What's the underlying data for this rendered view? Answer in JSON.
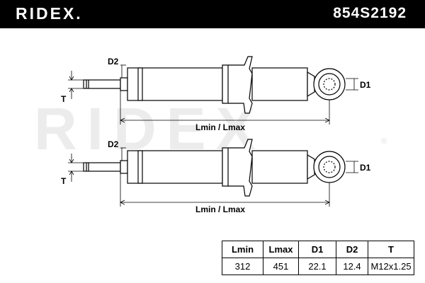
{
  "header": {
    "brand": "RIDEX.",
    "part_number": "854S2192"
  },
  "watermark": {
    "text": "RIDEX",
    "registered": "®"
  },
  "diagram": {
    "top": {
      "label_d2": "D2",
      "label_d1": "D1",
      "label_t": "T",
      "label_length": "Lmin / Lmax"
    },
    "bottom": {
      "label_d2": "D2",
      "label_d1": "D1",
      "label_t": "T",
      "label_length": "Lmin / Lmax"
    }
  },
  "spec_table": {
    "headers": [
      "Lmin",
      "Lmax",
      "D1",
      "D2",
      "T"
    ],
    "values": [
      "312",
      "451",
      "22.1",
      "12.4",
      "M12x1.25"
    ]
  }
}
